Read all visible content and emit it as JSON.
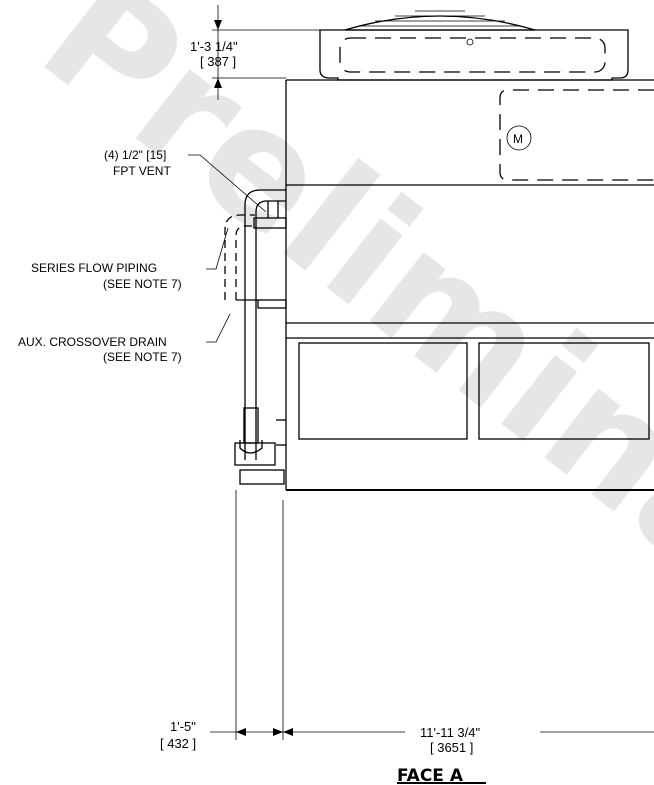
{
  "watermark": "Preliminary",
  "logo_text": "M",
  "dimensions": {
    "top_height": {
      "imperial": "1'-3 1/4\"",
      "metric": "[ 387 ]"
    },
    "left_width": {
      "imperial": "1'-5\"",
      "metric": "[ 432 ]"
    },
    "main_width": {
      "imperial": "11'-11 3/4\"",
      "metric": "[ 3651 ]"
    }
  },
  "callouts": {
    "vent": {
      "line1": "(4) 1/2\" [15]",
      "line2": "FPT VENT"
    },
    "series_flow": {
      "line1": "SERIES FLOW PIPING",
      "line2": "(SEE NOTE 7)"
    },
    "aux_drain": {
      "line1": "AUX. CROSSOVER DRAIN",
      "line2": "(SEE NOTE 7)"
    }
  },
  "view_label": "FACE A"
}
